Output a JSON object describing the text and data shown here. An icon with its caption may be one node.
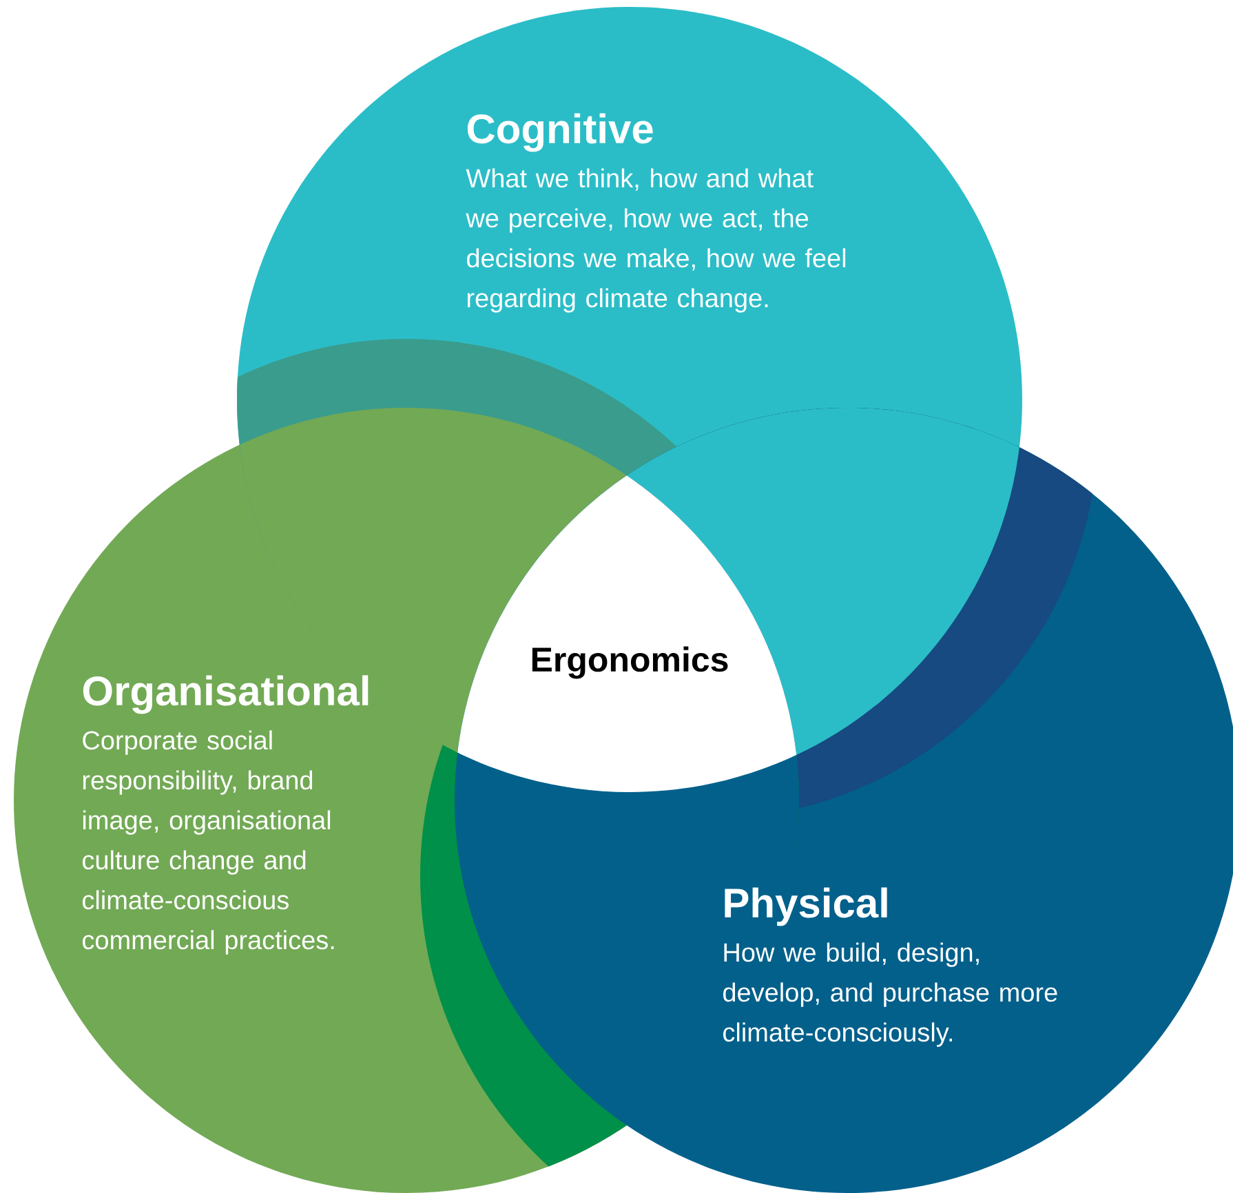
{
  "diagram": {
    "nodes": [
      {
        "text": [
          "Cognitive",
          "What we think, how and what we perceive, how we act, the decisions we make, how we feel regarding climate change."
        ]
      },
      {
        "text": [
          "Ergonomics"
        ]
      },
      {
        "text": [
          "Organisational",
          "Corporate social responsibility, brand image, organisational culture change and climate-conscious commercial practices."
        ]
      },
      {
        "text": [
          "Physical",
          "How we build, design, develop, and purchase more climate-consciously."
        ]
      }
    ]
  }
}
